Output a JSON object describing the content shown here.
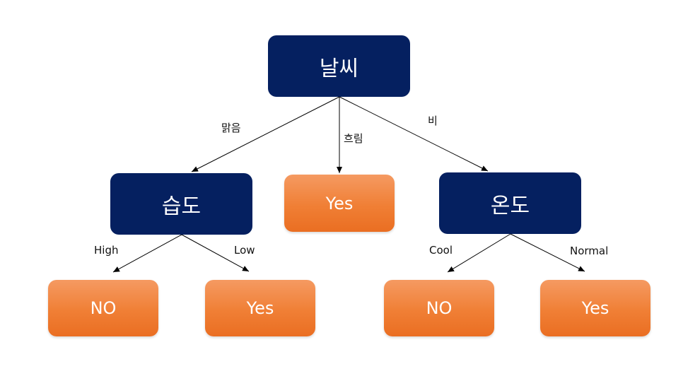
{
  "nodes": {
    "root": "날씨",
    "humidity": "습도",
    "cloudy_result": "Yes",
    "temperature": "온도",
    "high_result": "NO",
    "low_result": "Yes",
    "cool_result": "NO",
    "normal_result": "Yes"
  },
  "edges": {
    "sunny": "맑음",
    "cloudy": "흐림",
    "rain": "비",
    "high": "High",
    "low": "Low",
    "cool": "Cool",
    "normal": "Normal"
  },
  "colors": {
    "decision_fill": "#052060",
    "leaf_fill": "#f07f35",
    "edge_stroke": "#000000"
  }
}
